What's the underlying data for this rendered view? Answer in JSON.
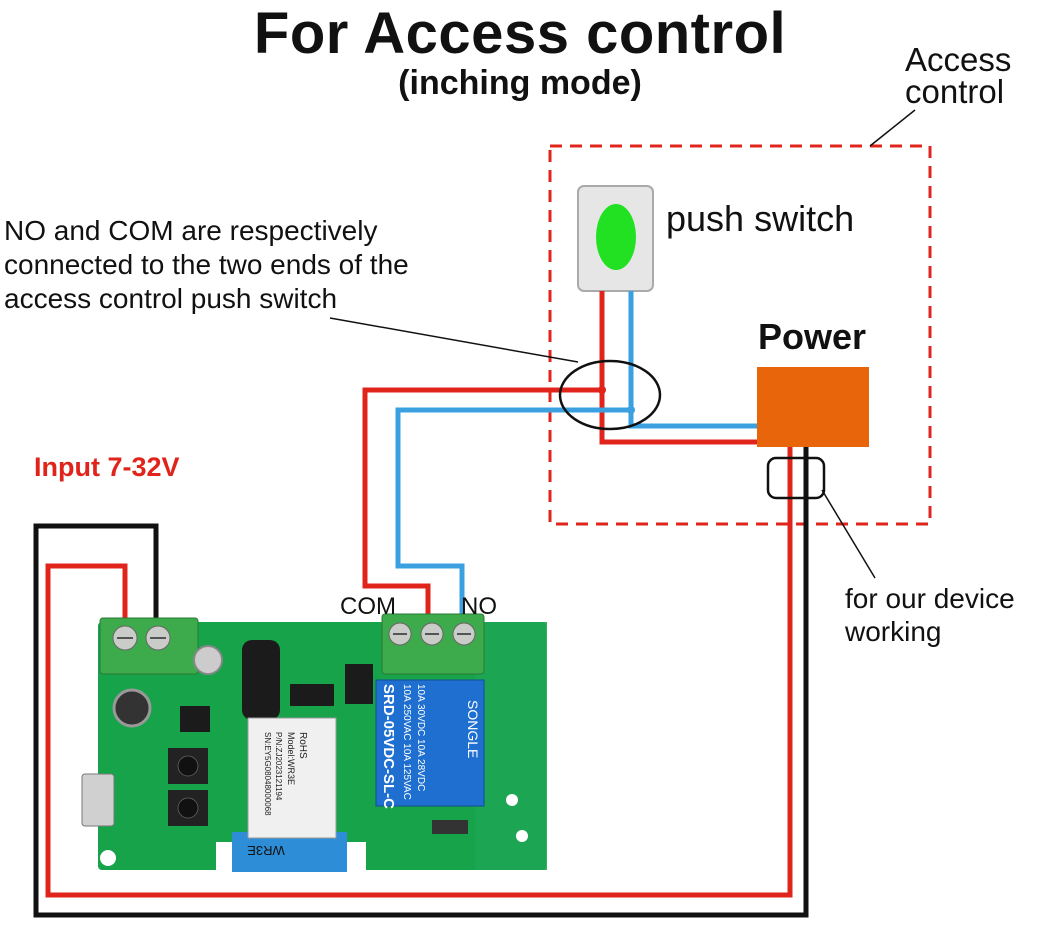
{
  "title": "For Access control",
  "subtitle": "(inching mode)",
  "access_control_label": "Access\ncontrol",
  "note": "NO and COM are respectively connected to the two ends of the access control push switch",
  "push_switch_label": "push switch",
  "power_label": "Power",
  "input_label": "Input 7-32V",
  "com_label": "COM",
  "no_label": "NO",
  "device_note": "for our device working",
  "board": {
    "module_lines": [
      "Model:WR3E",
      "P/N:ZJ2023121194",
      "SN:EY5G08048000068",
      "RoHS"
    ],
    "wifi_label": "WR3E",
    "relay_brand": "SONGLE",
    "relay_model": "SRD-05VDC-SL-C",
    "relay_ratings": [
      "10A 250VAC  10A 125VAC",
      "10A 30VDC   10A 28VDC"
    ]
  },
  "colors": {
    "red_wire": "#e0241b",
    "blue_wire": "#3aa0e0",
    "black_wire": "#111111",
    "power_box": "#e8650c",
    "switch_button": "#22e022",
    "pcb": "#16a34a",
    "terminal": "#3dab4c",
    "relay": "#1f6fd1",
    "dashed_box": "#e0241b"
  }
}
